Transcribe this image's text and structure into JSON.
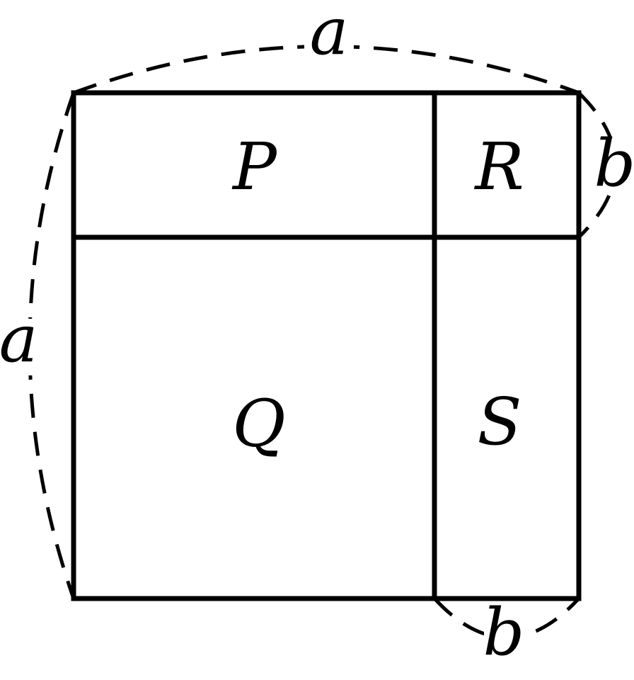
{
  "figure": {
    "regions": {
      "p": "P",
      "q": "Q",
      "r": "R",
      "s": "S"
    },
    "dimensions": {
      "top": "a",
      "left": "a",
      "right": "b",
      "bottom": "b"
    }
  }
}
